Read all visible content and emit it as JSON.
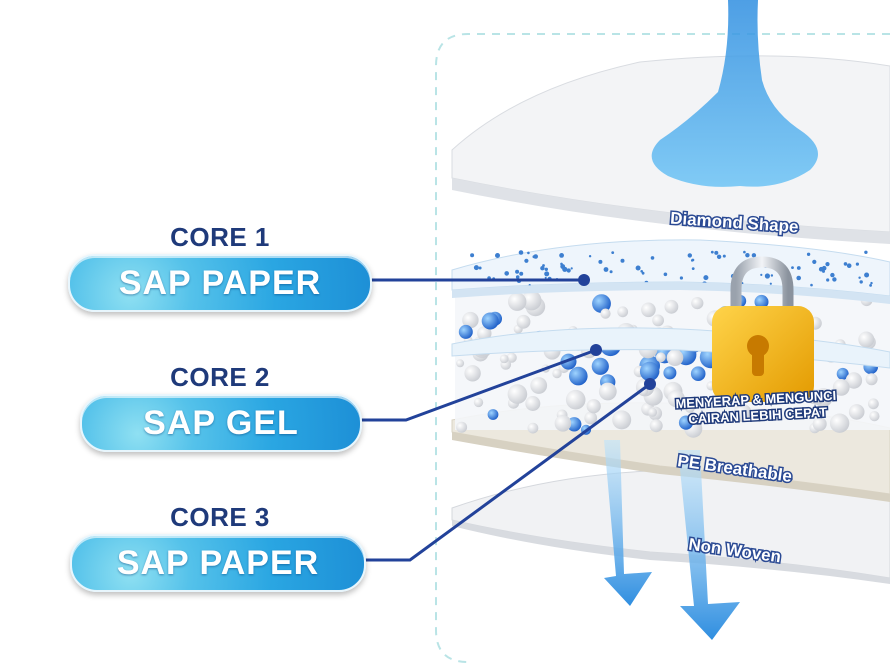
{
  "cores": [
    {
      "title": "CORE 1",
      "name": "SAP PAPER"
    },
    {
      "title": "CORE 2",
      "name": "SAP GEL"
    },
    {
      "title": "CORE 3",
      "name": "SAP PAPER"
    }
  ],
  "layers": {
    "top": "Diamond Shape",
    "lock_line1": "MENYERAP & MENGUNCI",
    "lock_line2": "CAIRAN LEBIH CEPAT",
    "middle": "PE Breathable",
    "bottom": "Non Woven"
  },
  "colors": {
    "accent": "#1f3a7a",
    "pill": "#2aa6e2",
    "liquid": "#3aa0e8",
    "lock": "#f5b400"
  },
  "icons": [
    "padlock-icon",
    "liquid-stream-icon",
    "down-arrow-icon"
  ]
}
